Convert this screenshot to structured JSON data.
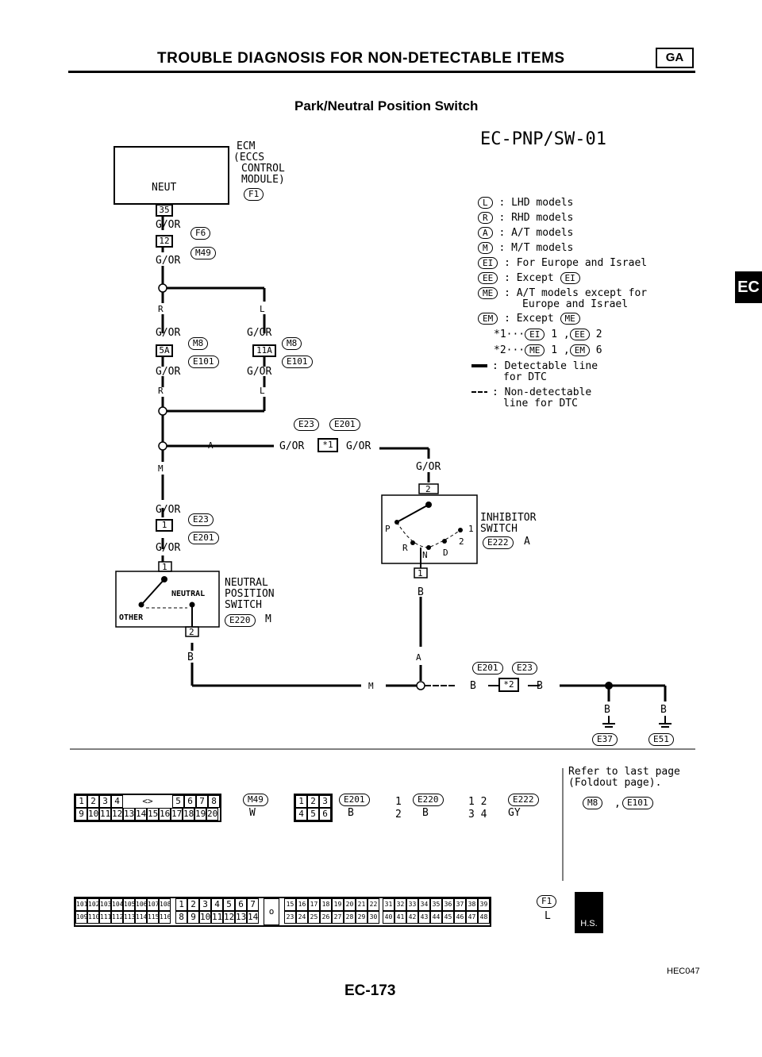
{
  "header": {
    "title": "TROUBLE DIAGNOSIS FOR NON-DETECTABLE ITEMS",
    "badge": "GA",
    "subtitle": "Park/Neutral Position Switch",
    "code": "EC-PNP/SW-01",
    "tab": "EC"
  },
  "ecm": {
    "name_lines": [
      "ECM",
      "(ECCS",
      "CONTROL",
      "MODULE)"
    ],
    "pin_label": "NEUT",
    "pin": "35",
    "connector": "F1"
  },
  "wires": {
    "go": "G/OR",
    "b": "B"
  },
  "connectors": {
    "f6": "F6",
    "m49": "M49",
    "m8": "M8",
    "e101": "E101",
    "e23": "E23",
    "e201": "E201",
    "e220": "E220",
    "e222": "E222",
    "e37": "E37",
    "e51": "E51",
    "f1": "F1"
  },
  "pins": {
    "p12": "12",
    "p5a": "5A",
    "p11a": "11A",
    "p1": "1",
    "p2": "2",
    "x1": "*1",
    "x2": "*2"
  },
  "branch_marks": {
    "r": "R",
    "l": "L",
    "a": "A",
    "m": "M"
  },
  "legend": [
    {
      "mark": "L",
      "text": ": LHD models"
    },
    {
      "mark": "R",
      "text": ": RHD models"
    },
    {
      "mark": "A",
      "text": ": A/T models"
    },
    {
      "mark": "M",
      "text": ": M/T models"
    },
    {
      "mark": "EI",
      "text": ": For Europe and Israel"
    },
    {
      "mark": "EE",
      "text": ": Except"
    },
    {
      "mark": "ME",
      "text": ": A/T models except for"
    },
    {
      "mark": "",
      "text": "Europe and Israel"
    },
    {
      "mark": "EM",
      "text": ": Except"
    }
  ],
  "legend_refs": {
    "ee_except": "EI",
    "em_except": "ME"
  },
  "legend_star": {
    "s1": "*1···",
    "s1_a": "EI",
    "s1_b": "1 ,",
    "s1_c": "EE",
    "s1_d": "2",
    "s2": "*2···",
    "s2_a": "ME",
    "s2_b": "1 ,",
    "s2_c": "EM",
    "s2_d": "6"
  },
  "legend_lines": {
    "detectable": ": Detectable line",
    "detectable2": "for DTC",
    "nondetect": ": Non-detectable",
    "nondetect2": "line for DTC"
  },
  "inhibitor": {
    "label_lines": [
      "INHIBITOR",
      "SWITCH"
    ],
    "p": "P",
    "r": "R",
    "n": "N",
    "d": "D",
    "one": "1",
    "two": "2",
    "conn": "E222",
    "model": "A"
  },
  "neutral": {
    "label_lines": [
      "NEUTRAL",
      "POSITION",
      "SWITCH"
    ],
    "inner": "NEUTRAL",
    "other": "OTHER",
    "conn": "E220",
    "model": "M"
  },
  "bottom": {
    "refer": [
      "Refer to last page",
      "(Foldout page)."
    ],
    "m49_color": "W",
    "e201_color": "B",
    "e220_color": "B",
    "e222_color": "GY",
    "f1_color": "L",
    "hs": "H.S.",
    "figure_id": "HEC047",
    "page_number": "EC-173"
  },
  "grid_m49": {
    "row1": [
      "1",
      "2",
      "3",
      "4",
      "5",
      "6",
      "7",
      "8"
    ],
    "row2": [
      "9",
      "10",
      "11",
      "12",
      "13",
      "14",
      "15",
      "16",
      "17",
      "18",
      "19",
      "20"
    ]
  },
  "grid_e201": {
    "row1": [
      "1",
      "2",
      "3"
    ],
    "row2": [
      "4",
      "5",
      "6"
    ]
  },
  "grid_f1": {
    "row1": [
      "101",
      "102",
      "103",
      "104",
      "105",
      "106",
      "107",
      "108"
    ],
    "row2": [
      "109",
      "110",
      "111",
      "112",
      "113",
      "114",
      "115",
      "116"
    ],
    "mid1": [
      "1",
      "2",
      "3",
      "4",
      "5",
      "6",
      "7"
    ],
    "mid2": [
      "8",
      "9",
      "10",
      "11",
      "12",
      "13",
      "14"
    ],
    "r1a": [
      "15",
      "16",
      "17",
      "18",
      "19",
      "20",
      "21",
      "22"
    ],
    "r2a": [
      "23",
      "24",
      "25",
      "26",
      "27",
      "28",
      "29",
      "30"
    ],
    "r1b": [
      "31",
      "32",
      "33",
      "34",
      "35",
      "36",
      "37",
      "38",
      "39"
    ],
    "r2b": [
      "40",
      "41",
      "42",
      "43",
      "44",
      "45",
      "46",
      "47",
      "48"
    ]
  },
  "colors": {
    "ink": "#000000",
    "paper": "#ffffff"
  }
}
